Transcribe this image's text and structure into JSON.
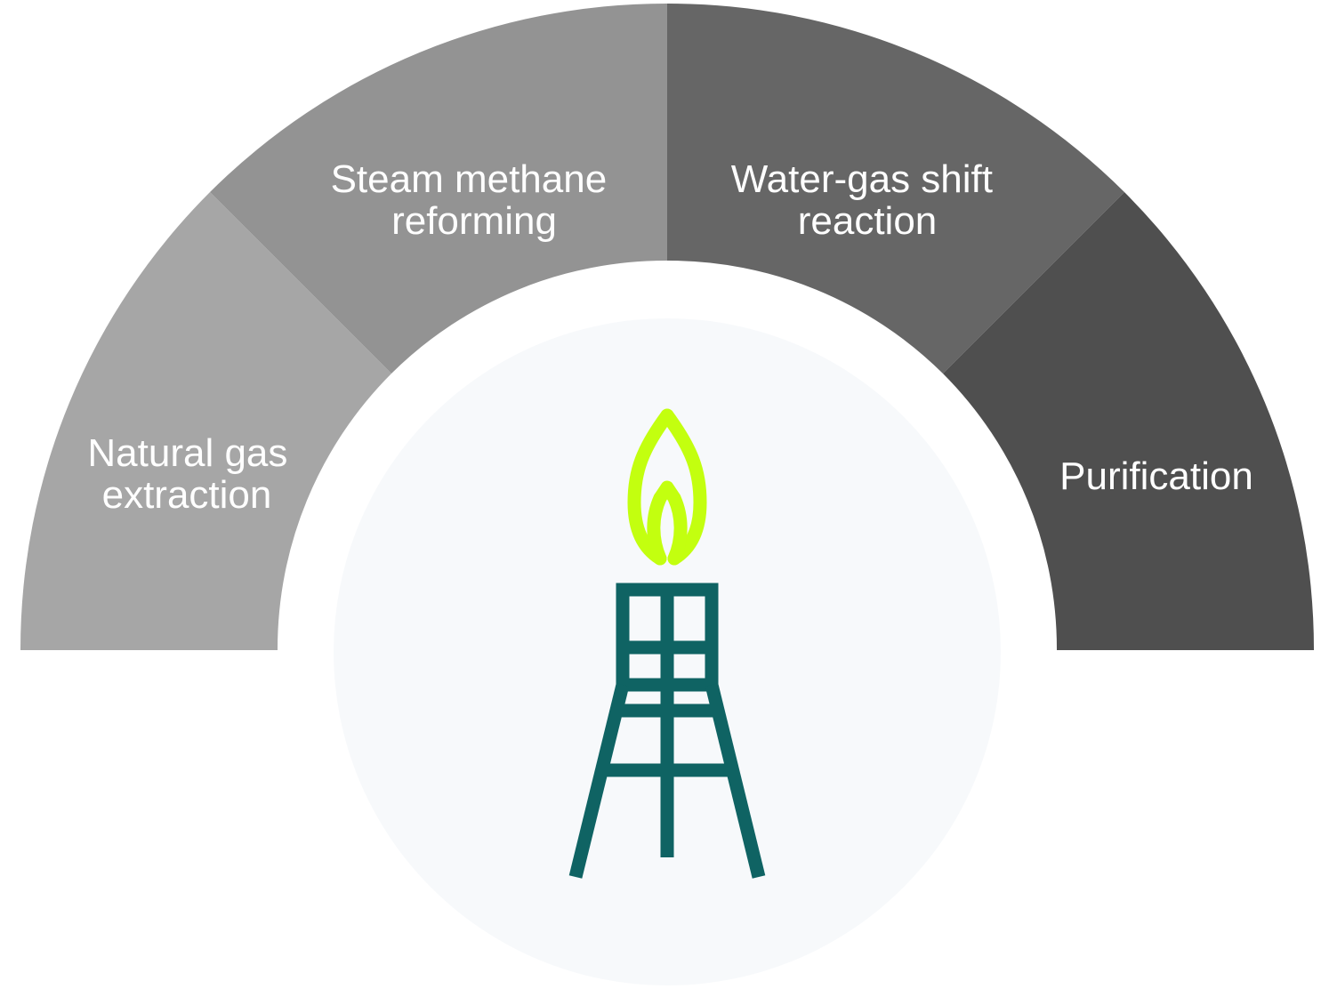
{
  "segments": [
    {
      "lines": [
        "Natural gas",
        "extraction"
      ],
      "color": "#a6a6a6"
    },
    {
      "lines": [
        "Steam methane",
        "reforming"
      ],
      "color": "#939393"
    },
    {
      "lines": [
        "Water-gas shift",
        "reaction"
      ],
      "color": "#666666"
    },
    {
      "lines": [
        "Purification"
      ],
      "color": "#4f4f4f"
    }
  ],
  "center_circle_color": "#f7f9fb",
  "icon": {
    "name": "gas-flare-tower-icon",
    "tower_color": "#0f6363",
    "flame_color": "#c3ff0f"
  }
}
